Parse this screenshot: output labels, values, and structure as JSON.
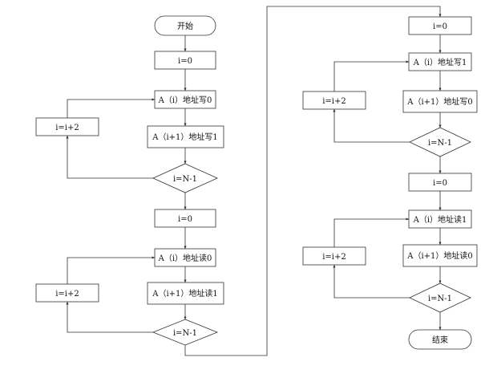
{
  "flowchart": {
    "left_column": {
      "start": "开始",
      "init_1": "i=0",
      "write_a_i_0": "A（i）地址写0",
      "write_a_i1_1": "A（i+1）地址写1",
      "increment_1": "i=i+2",
      "decision_1": "i=N-1",
      "init_2": "i=0",
      "read_a_i_0": "A（i）地址读0",
      "read_a_i1_1": "A（i+1）地址读1",
      "increment_2": "i=i+2",
      "decision_2": "i=N-1"
    },
    "right_column": {
      "init_3": "i=0",
      "write_a_i_1": "A（i）地址写1",
      "write_a_i1_0": "A（i+1）地址写0",
      "increment_3": "i=i+2",
      "decision_3": "i=N-1",
      "init_4": "i=0",
      "read_a_i_1": "A（i）地址读1",
      "read_a_i1_0": "A（i+1）地址读0",
      "increment_4": "i=i+2",
      "decision_4": "i=N-1",
      "end": "结束"
    }
  }
}
